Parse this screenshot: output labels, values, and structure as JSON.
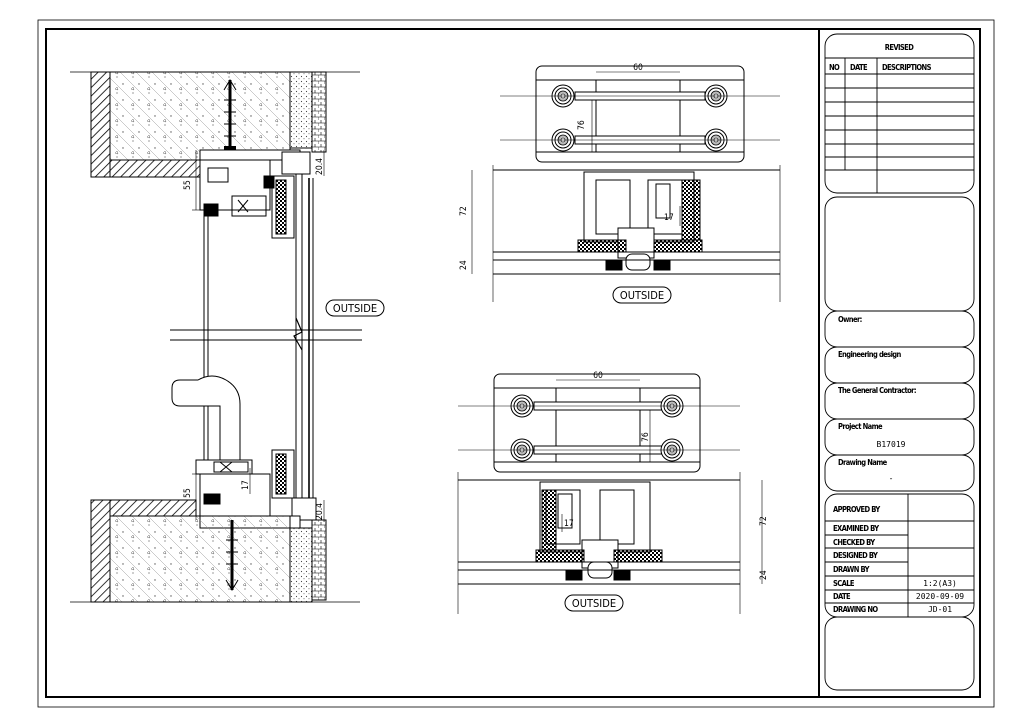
{
  "title_block": {
    "revised": "REVISED",
    "col_no": "NO",
    "col_date": "DATE",
    "col_descriptions": "DESCRIPTIONS",
    "owner": "Owner:",
    "engineering_design": "Engineering design",
    "general_contractor": "The General Contractor:",
    "project_name_label": "Project Name",
    "project_name_value": "B17019",
    "drawing_name_label": "Drawing Name",
    "drawing_name_value": "-",
    "approved_by": "APPROVED BY",
    "examined_by": "EXAMINED BY",
    "checked_by": "CHECKED BY",
    "designed_by": "DESIGNED BY",
    "drawn_by": "DRAWN BY",
    "scale_label": "SCALE",
    "scale_value": "1:2(A3)",
    "date_label": "DATE",
    "date_value": "2020-09-09",
    "drawing_no_label": "DRAWING NO",
    "drawing_no_value": "JD-01"
  },
  "section_left": {
    "outside_label": "OUTSIDE",
    "dim_top_gap": "20.4",
    "dim_top_55": "55",
    "dim_bottom_55": "55",
    "dim_17": "17",
    "dim_bottom_gap": "20.4"
  },
  "plan_top": {
    "outside_label": "OUTSIDE",
    "dim_60": "60",
    "dim_76": "76",
    "dim_72": "72",
    "dim_24": "24",
    "dim_17": "17"
  },
  "plan_bottom": {
    "outside_label": "OUTSIDE",
    "dim_60": "60",
    "dim_76": "76",
    "dim_72": "72",
    "dim_24": "24",
    "dim_17": "17"
  }
}
